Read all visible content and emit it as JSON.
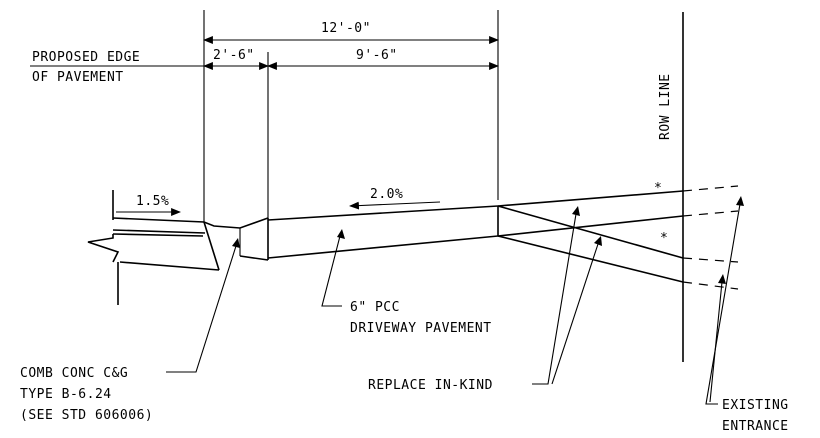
{
  "dimensions": {
    "total": "12'-0\"",
    "left": "2'-6\"",
    "right": "9'-6\""
  },
  "labels": {
    "proposed_edge_line1": "PROPOSED EDGE",
    "proposed_edge_line2": "OF PAVEMENT",
    "row_line": "ROW LINE",
    "slope_left": "1.5%",
    "slope_right": "2.0%",
    "asterisk_upper": "*",
    "asterisk_lower": "*",
    "pcc_line1": "6\" PCC",
    "pcc_line2": "DRIVEWAY PAVEMENT",
    "curb_line1": "COMB CONC C&G",
    "curb_line2": "TYPE B-6.24",
    "curb_line3": "(SEE STD 606006)",
    "replace": "REPLACE IN-KIND",
    "existing_line1": "EXISTING",
    "existing_line2": "ENTRANCE"
  }
}
